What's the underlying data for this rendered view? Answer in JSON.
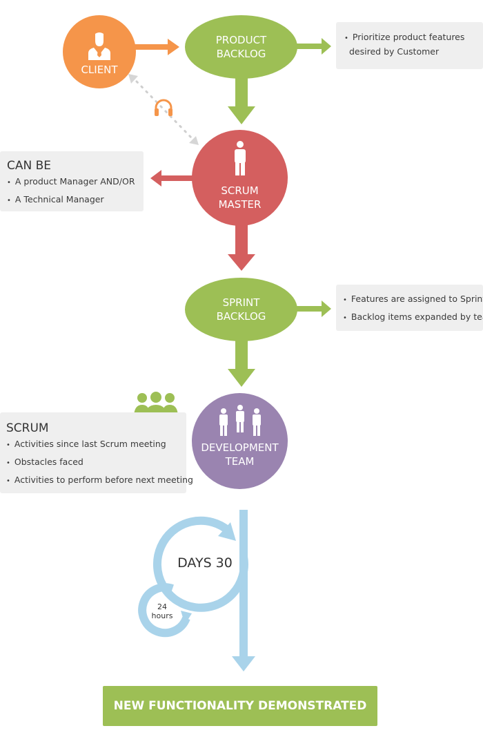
{
  "nodes": {
    "client": {
      "label": "CLIENT"
    },
    "product_backlog": {
      "line1": "PRODUCT",
      "line2": "BACKLOG"
    },
    "scrum_master": {
      "line1": "SCRUM",
      "line2": "MASTER"
    },
    "sprint_backlog": {
      "line1": "SPRINT",
      "line2": "BACKLOG"
    },
    "development_team": {
      "line1": "DEVELOPMENT",
      "line2": "TEAM"
    }
  },
  "notes": {
    "product_backlog": {
      "items": [
        "Prioritize product features",
        "desired by Customer"
      ]
    },
    "scrum_master": {
      "title": "CAN BE",
      "items": [
        "A product Manager AND/OR",
        "A Technical Manager"
      ]
    },
    "sprint_backlog": {
      "items": [
        "Features are assigned to Sprint",
        "Backlog items expanded by team"
      ]
    },
    "scrum": {
      "title": "SCRUM",
      "items": [
        "Activities since last Scrum meeting",
        "Obstacles faced",
        "Activities to perform before next meeting"
      ]
    }
  },
  "cycle": {
    "days_label": "DAYS 30",
    "hours_value": "24",
    "hours_unit": "hours"
  },
  "result": {
    "label": "NEW FUNCTIONALITY DEMONSTRATED"
  },
  "colors": {
    "orange": "#f5954a",
    "green": "#9dbf55",
    "red": "#d45f5f",
    "purple": "#9a84b0",
    "light_blue": "#a9d3ea",
    "note_bg": "#efefef",
    "dotted": "#cfcfcf"
  },
  "icons": [
    "user-tie-icon",
    "headset-icon",
    "person-icon",
    "team-icon"
  ]
}
